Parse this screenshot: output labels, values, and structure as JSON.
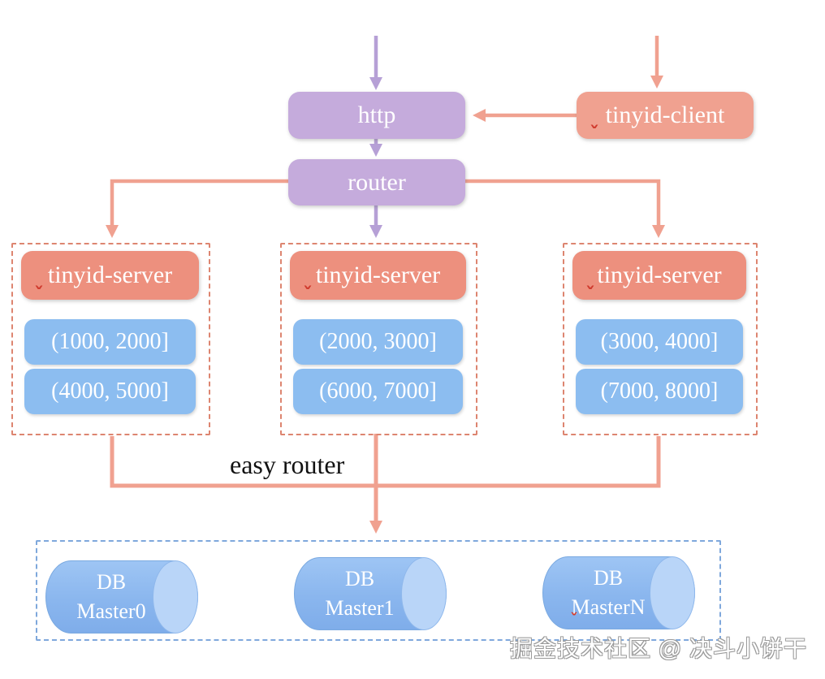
{
  "nodes": {
    "http": "http",
    "router": "router",
    "client": "tinyid-client"
  },
  "server_groups": [
    {
      "title": "tinyid-server",
      "ranges": [
        "(1000, 2000]",
        "(4000, 5000]"
      ]
    },
    {
      "title": "tinyid-server",
      "ranges": [
        "(2000, 3000]",
        "(6000, 7000]"
      ]
    },
    {
      "title": "tinyid-server",
      "ranges": [
        "(3000, 4000]",
        "(7000, 8000]"
      ]
    }
  ],
  "labels": {
    "easy_router": "easy router"
  },
  "databases": [
    {
      "name": "DB",
      "instance": "Master0"
    },
    {
      "name": "DB",
      "instance": "Master1"
    },
    {
      "name": "DB",
      "instance": "MasterN"
    }
  ],
  "watermark": "掘金技术社区 @ 决斗小饼干",
  "colors": {
    "purple_box": "#c5abdc",
    "purple_arrow": "#b6a0d6",
    "salmon_server_box": "#ed907e",
    "salmon_client_box": "#f0a190",
    "salmon_arrow": "#f0a190",
    "salmon_dashed_border": "#dd8570",
    "blue_range_box": "#8cbdf0",
    "blue_dashed_border": "#7fa8dc",
    "cylinder_fill": "#8ab6ee",
    "cylinder_cap": "#b9d5f8",
    "spellcheck_mark": "#d03b2e"
  }
}
